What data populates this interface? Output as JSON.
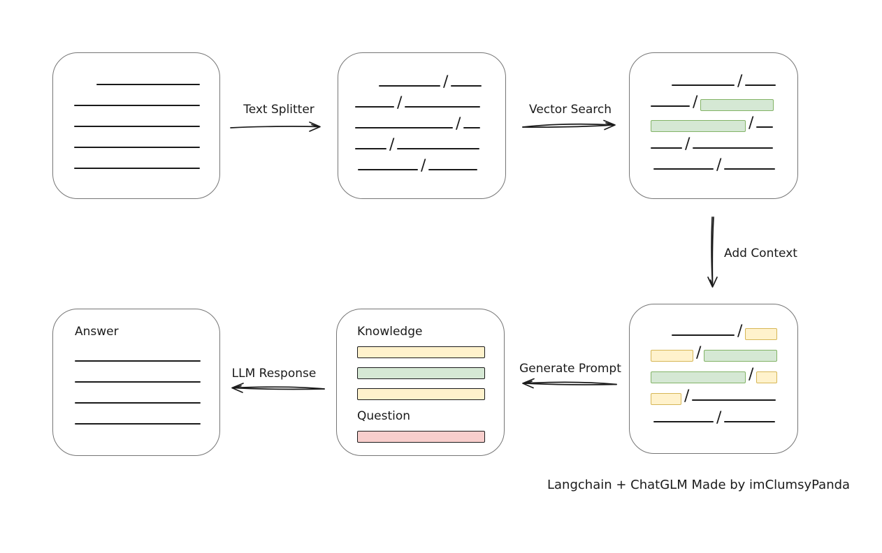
{
  "palette": {
    "box_border": "#757575",
    "line_color": "#1a1a1a",
    "yellow_fill": "#fff2cc",
    "yellow_border": "#d6b656",
    "green_fill": "#d5e8d4",
    "green_border": "#82b366",
    "red_fill": "#f8cecc",
    "red_border": "#b85450"
  },
  "labels": {
    "text_splitter": "Text Splitter",
    "vector_search": "Vector Search",
    "add_context": "Add Context",
    "generate_prompt": "Generate Prompt",
    "llm_response": "LLM Response",
    "knowledge": "Knowledge",
    "question": "Question",
    "answer": "Answer",
    "caption": "Langchain + ChatGLM Made by imClumsyPanda"
  },
  "slash_char": "/",
  "boxes": {
    "document": {
      "rows": [
        [
          {
            "t": "indent",
            "w": 32
          },
          {
            "t": "seg",
            "w": 148
          }
        ],
        [
          {
            "t": "seg",
            "w": 180
          }
        ],
        [
          {
            "t": "seg",
            "w": 180
          }
        ],
        [
          {
            "t": "seg",
            "w": 180
          }
        ],
        [
          {
            "t": "seg",
            "w": 180
          }
        ]
      ]
    },
    "chunks": {
      "rows": [
        [
          {
            "t": "indent",
            "w": 34
          },
          {
            "t": "seg",
            "w": 88
          },
          {
            "t": "slash"
          },
          {
            "t": "seg",
            "w": 44
          }
        ],
        [
          {
            "t": "seg",
            "w": 56
          },
          {
            "t": "slash"
          },
          {
            "t": "seg",
            "w": 108
          }
        ],
        [
          {
            "t": "seg",
            "w": 140
          },
          {
            "t": "slash"
          },
          {
            "t": "seg",
            "w": 24
          }
        ],
        [
          {
            "t": "seg",
            "w": 45
          },
          {
            "t": "slash"
          },
          {
            "t": "seg",
            "w": 118
          }
        ],
        [
          {
            "t": "indent",
            "w": 4
          },
          {
            "t": "seg",
            "w": 86
          },
          {
            "t": "slash"
          },
          {
            "t": "seg",
            "w": 70
          }
        ]
      ]
    },
    "matched": {
      "rows": [
        [
          {
            "t": "indent",
            "w": 30
          },
          {
            "t": "seg",
            "w": 90
          },
          {
            "t": "slash"
          },
          {
            "t": "seg",
            "w": 44
          }
        ],
        [
          {
            "t": "seg",
            "w": 56
          },
          {
            "t": "slash"
          },
          {
            "t": "chip",
            "c": "green",
            "w": 103
          }
        ],
        [
          {
            "t": "chip",
            "c": "green",
            "w": 134
          },
          {
            "t": "slash"
          },
          {
            "t": "seg",
            "w": 24
          }
        ],
        [
          {
            "t": "seg",
            "w": 45
          },
          {
            "t": "slash"
          },
          {
            "t": "seg",
            "w": 115
          }
        ],
        [
          {
            "t": "indent",
            "w": 4
          },
          {
            "t": "seg",
            "w": 86
          },
          {
            "t": "slash"
          },
          {
            "t": "seg",
            "w": 73
          }
        ]
      ]
    },
    "context": {
      "rows": [
        [
          {
            "t": "indent",
            "w": 30
          },
          {
            "t": "seg",
            "w": 90
          },
          {
            "t": "slash"
          },
          {
            "t": "chip",
            "c": "yellow",
            "w": 44
          }
        ],
        [
          {
            "t": "chip",
            "c": "yellow",
            "w": 59
          },
          {
            "t": "slash"
          },
          {
            "t": "chip",
            "c": "green",
            "w": 103
          }
        ],
        [
          {
            "t": "chip",
            "c": "green",
            "w": 134
          },
          {
            "t": "slash"
          },
          {
            "t": "chip",
            "c": "yellow",
            "w": 28
          }
        ],
        [
          {
            "t": "chip",
            "c": "yellow",
            "w": 42
          },
          {
            "t": "slash"
          },
          {
            "t": "seg",
            "w": 120
          }
        ],
        [
          {
            "t": "indent",
            "w": 4
          },
          {
            "t": "seg",
            "w": 86
          },
          {
            "t": "slash"
          },
          {
            "t": "seg",
            "w": 73
          }
        ]
      ]
    },
    "prompt": {
      "knowledge_bars": [
        "yellow",
        "green",
        "yellow"
      ],
      "question_bars": [
        "red"
      ]
    },
    "answer": {
      "rows": [
        [
          {
            "t": "seg",
            "w": 180
          }
        ],
        [
          {
            "t": "seg",
            "w": 180
          }
        ],
        [
          {
            "t": "seg",
            "w": 180
          }
        ],
        [
          {
            "t": "seg",
            "w": 180
          }
        ]
      ]
    }
  }
}
